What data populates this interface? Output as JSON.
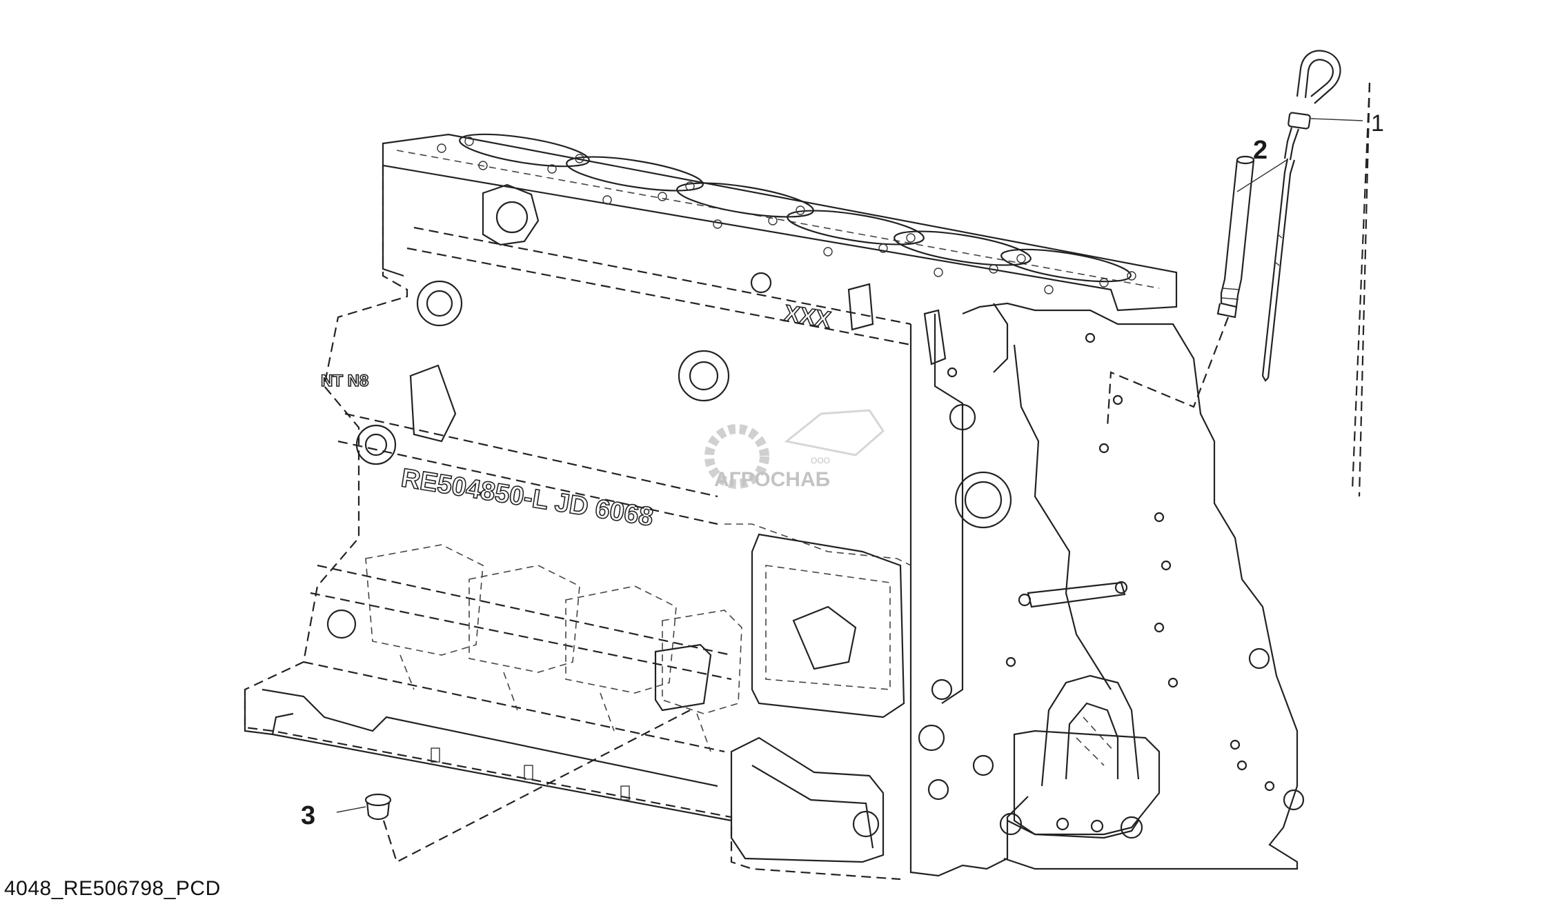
{
  "callouts": [
    {
      "number": "1"
    },
    {
      "number": "2"
    },
    {
      "number": "3"
    }
  ],
  "caption": "4048_RE506798_PCD",
  "block_markings": {
    "top_code": "XXX",
    "side_code": "RE504850-L JD 6068",
    "small_marks": "NT  N8"
  },
  "watermark": {
    "company_prefix": "ООО",
    "company_name": "АГРОСНАБ"
  },
  "colors": {
    "line": "#222222",
    "background": "#ffffff",
    "watermark": "#b9b9b9"
  }
}
